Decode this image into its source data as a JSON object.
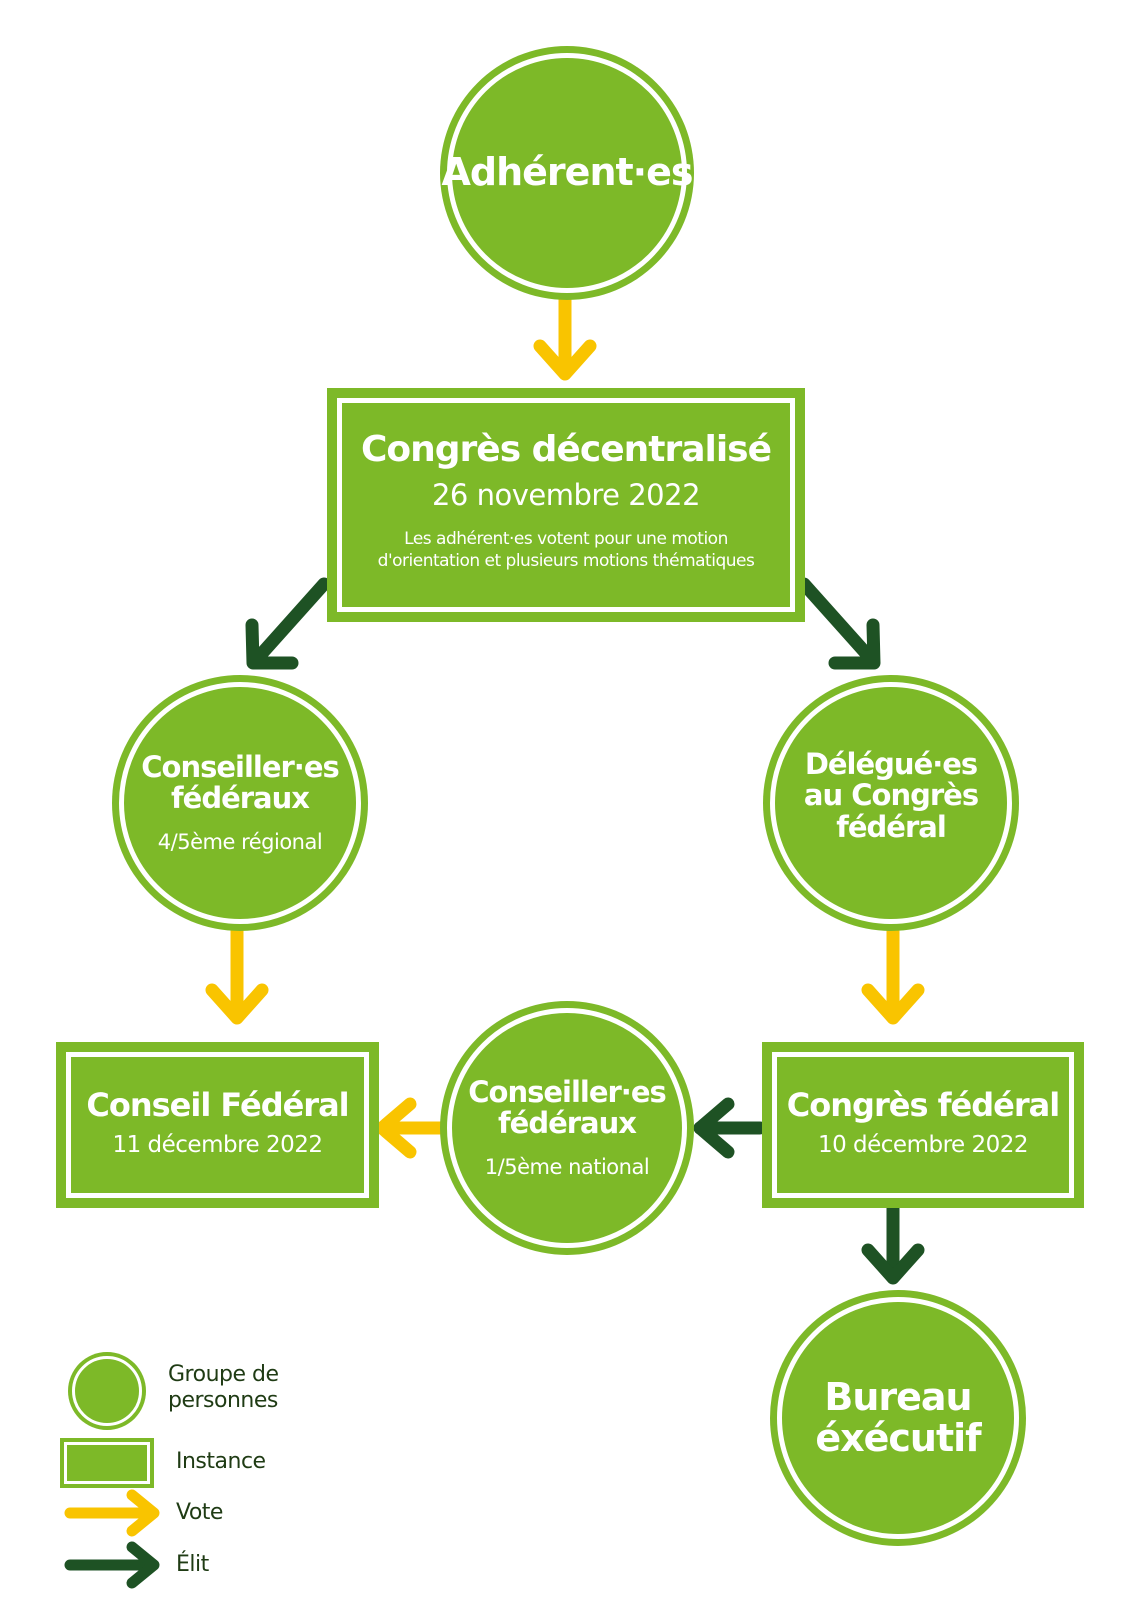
{
  "colors": {
    "green": "#7db928",
    "vote_arrow": "#f9c400",
    "elit_arrow": "#1e5224",
    "white": "#ffffff"
  },
  "nodes": {
    "adherents": {
      "title": "Adhérent·es"
    },
    "congres_decentralise": {
      "title": "Congrès décentralisé",
      "date": "26 novembre 2022",
      "description_line1": "Les adhérent·es votent pour une motion",
      "description_line2": "d'orientation et plusieurs motions thématiques"
    },
    "conseillers_regional": {
      "title_line1": "Conseiller·es",
      "title_line2": "fédéraux",
      "subtitle": "4/5ème régional"
    },
    "delegues": {
      "title_line1": "Délégué·es",
      "title_line2": "au Congrès",
      "title_line3": "fédéral"
    },
    "conseil_federal": {
      "title": "Conseil Fédéral",
      "date": "11 décembre 2022"
    },
    "conseillers_national": {
      "title_line1": "Conseiller·es",
      "title_line2": "fédéraux",
      "subtitle": "1/5ème national"
    },
    "congres_federal": {
      "title": "Congrès fédéral",
      "date": "10 décembre 2022"
    },
    "bureau_executif": {
      "title_line1": "Bureau",
      "title_line2": "éxécutif"
    }
  },
  "legend": {
    "group_line1": "Groupe de",
    "group_line2": "personnes",
    "instance": "Instance",
    "vote": "Vote",
    "elit": "Élit"
  }
}
